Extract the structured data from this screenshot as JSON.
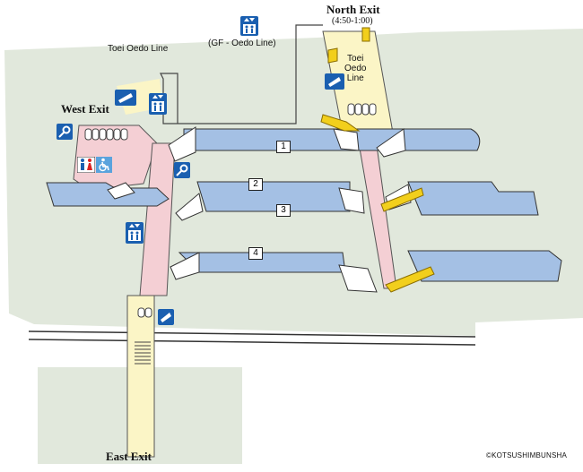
{
  "exits": {
    "north": "North Exit",
    "north_hours": "(4:50-1:00)",
    "west": "West Exit",
    "east": "East Exit"
  },
  "lines": {
    "oedo_west": "Toei Oedo Line",
    "oedo_north": [
      "Toei",
      "Oedo",
      "Line"
    ],
    "elevator_note": "(GF - Oedo Line)"
  },
  "platforms": [
    "1",
    "2",
    "3",
    "4"
  ],
  "copyright": "©KOTSUSHIMBUNSHA",
  "icons": [
    "elevator-icon",
    "elevator-icon",
    "elevator-icon",
    "ticket-gate-icon",
    "ticket-gate-icon",
    "ticket-gate-icon",
    "lost-and-found-icon",
    "lost-and-found-icon",
    "restroom-icon",
    "wheelchair-icon",
    "escalator-icon"
  ],
  "colors": {
    "platform": "#a4c0e4",
    "concourse": "#f4cfd4",
    "ground": "#e1e8dc",
    "escalator": "#f2cf1c",
    "icon_blue": "#1a5fb0",
    "gate_green": "#5ea83a",
    "exit_path": "#fbf5c6"
  }
}
